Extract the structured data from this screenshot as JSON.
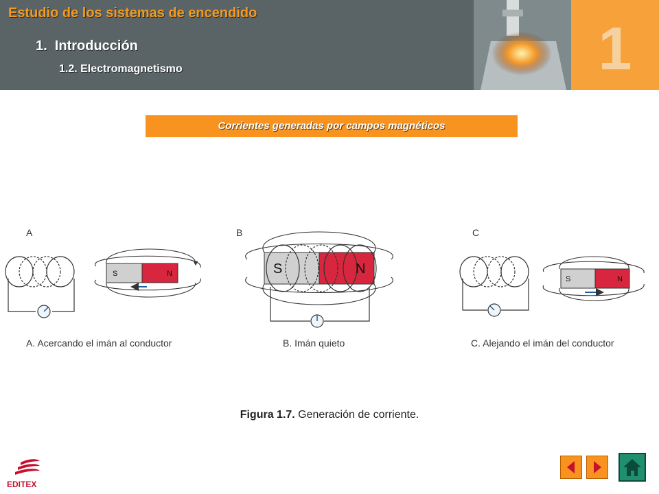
{
  "header": {
    "title": "Estudio de los sistemas de encendido",
    "section": "1.  Introducción",
    "subsection": "1.2. Electromagnetismo",
    "chapter_number": "1"
  },
  "banner": {
    "text": "Corrientes generadas por campos magnéticos"
  },
  "figure": {
    "panels": [
      {
        "letter": "A",
        "pole_s": "S",
        "pole_n": "N",
        "caption": "A. Acercando el imán al conductor"
      },
      {
        "letter": "B",
        "pole_s": "S",
        "pole_n": "N",
        "caption": "B. Imán quieto"
      },
      {
        "letter": "C",
        "pole_s": "S",
        "pole_n": "N",
        "caption": "C. Alejando el imán del conductor"
      }
    ],
    "caption_bold": "Figura 1.7.",
    "caption_text": " Generación de corriente."
  },
  "logo": {
    "text": "EDITEX"
  },
  "colors": {
    "header_bg": "#5a6466",
    "accent": "#f7931e",
    "magnet_n": "#d7263d",
    "magnet_s": "#d0d0d0",
    "home": "#1f8f6f"
  },
  "icons": [
    "left-arrow-icon",
    "right-arrow-icon",
    "home-icon"
  ]
}
